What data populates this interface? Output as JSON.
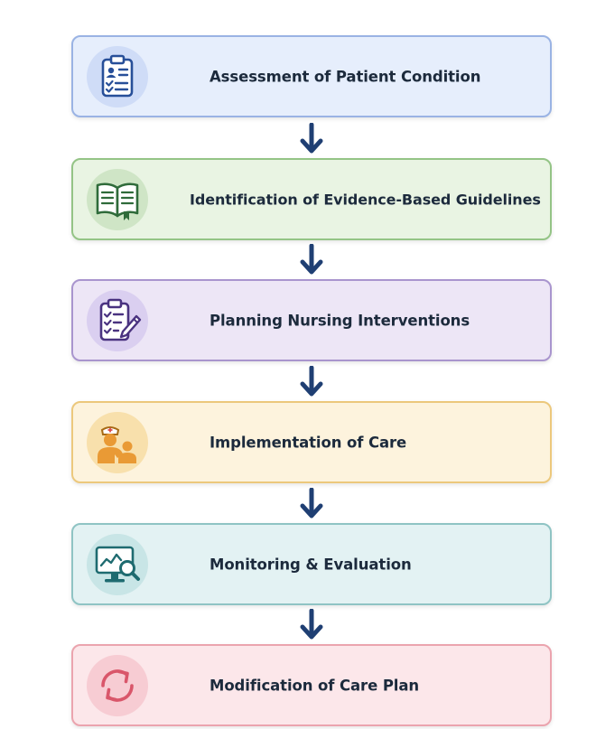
{
  "steps": [
    {
      "label": "Assessment of Patient Condition",
      "icon": "clipboard-checklist-icon",
      "fill": "#e6eefc",
      "border": "#9ab3e4",
      "circle": "#cfdcf7"
    },
    {
      "label": "Identification of Evidence-Based Guidelines",
      "icon": "open-book-icon",
      "fill": "#e9f4e3",
      "border": "#94c486",
      "circle": "#cfe5c6"
    },
    {
      "label": "Planning Nursing Interventions",
      "icon": "clipboard-pencil-icon",
      "fill": "#ede6f6",
      "border": "#a995ce",
      "circle": "#dacff0"
    },
    {
      "label": "Implementation of Care",
      "icon": "nurse-patient-icon",
      "fill": "#fdf3dd",
      "border": "#ecc87c",
      "circle": "#f8e0ac"
    },
    {
      "label": "Monitoring & Evaluation",
      "icon": "monitor-search-icon",
      "fill": "#e3f2f3",
      "border": "#8fc4c4",
      "circle": "#c8e5e6"
    },
    {
      "label": "Modification of Care Plan",
      "icon": "refresh-cycle-icon",
      "fill": "#fce7ea",
      "border": "#eba4ae",
      "circle": "#f7ccd3"
    }
  ],
  "arrow_color": "#1f3f73"
}
